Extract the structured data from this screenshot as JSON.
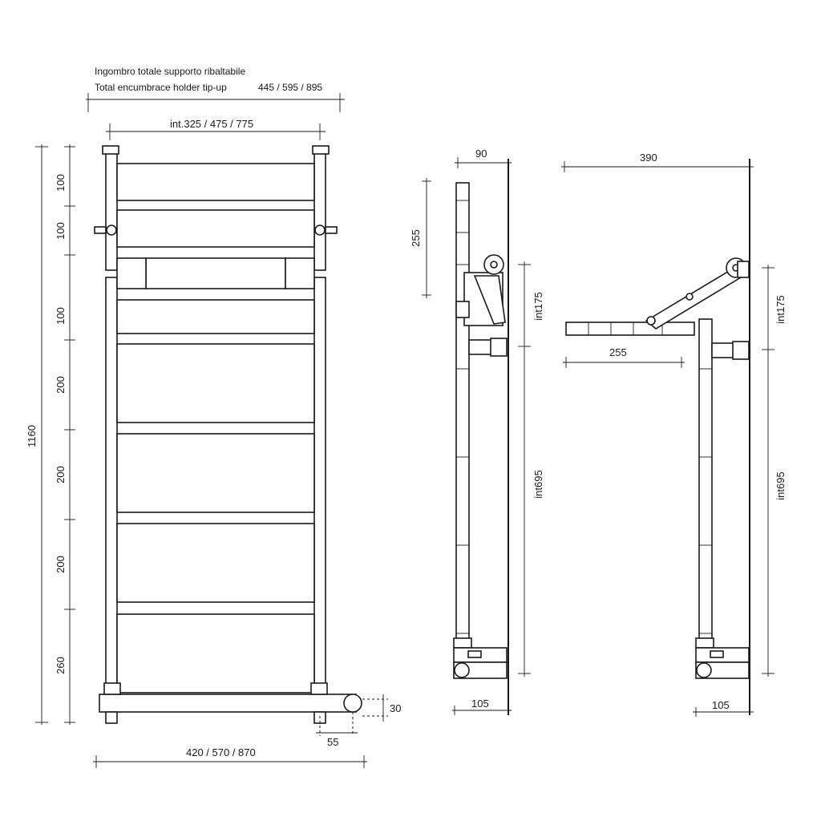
{
  "header": {
    "line_it": "Ingombro totale supporto ribaltabile",
    "line_en": "Total encumbrace holder tip-up",
    "total": "445 / 595 / 895"
  },
  "front": {
    "interaxis": "int.325 / 475 / 775",
    "height_total": "1160",
    "heights": [
      "100",
      "100",
      "100",
      "200",
      "200",
      "200",
      "260"
    ],
    "width": "420 / 570 / 870",
    "pipe_offset": "55",
    "pipe_depth": "30"
  },
  "side_closed": {
    "depth_top": "90",
    "bracket_height": "255",
    "int_top": "int175",
    "int_main": "int695",
    "depth_bottom": "105"
  },
  "side_open": {
    "depth_top": "390",
    "bar_length": "255",
    "int_top": "int175",
    "int_main": "int695",
    "depth_bottom": "105"
  }
}
